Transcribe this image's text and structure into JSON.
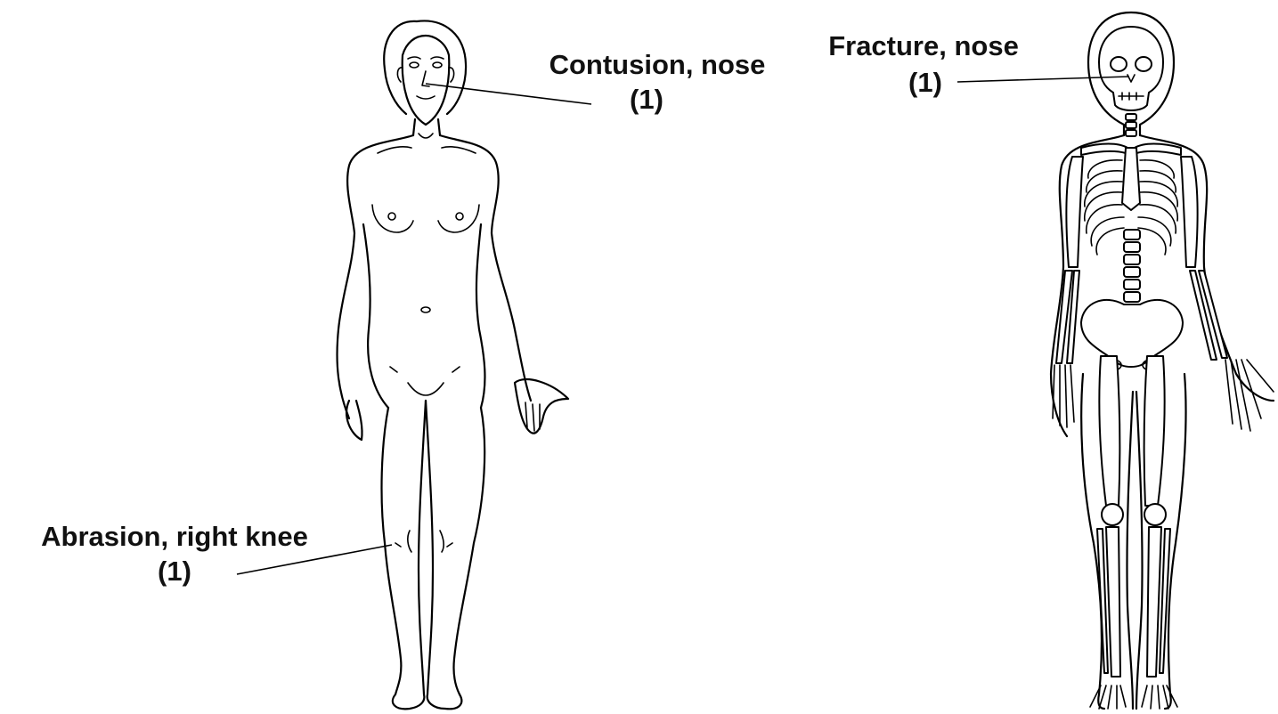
{
  "annotations": [
    {
      "id": "contusion-nose",
      "label": "Contusion, nose",
      "count": "(1)"
    },
    {
      "id": "fracture-nose",
      "label": "Fracture, nose",
      "count": "(1)"
    },
    {
      "id": "abrasion-right-knee",
      "label": "Abrasion, right knee",
      "count": "(1)"
    }
  ]
}
